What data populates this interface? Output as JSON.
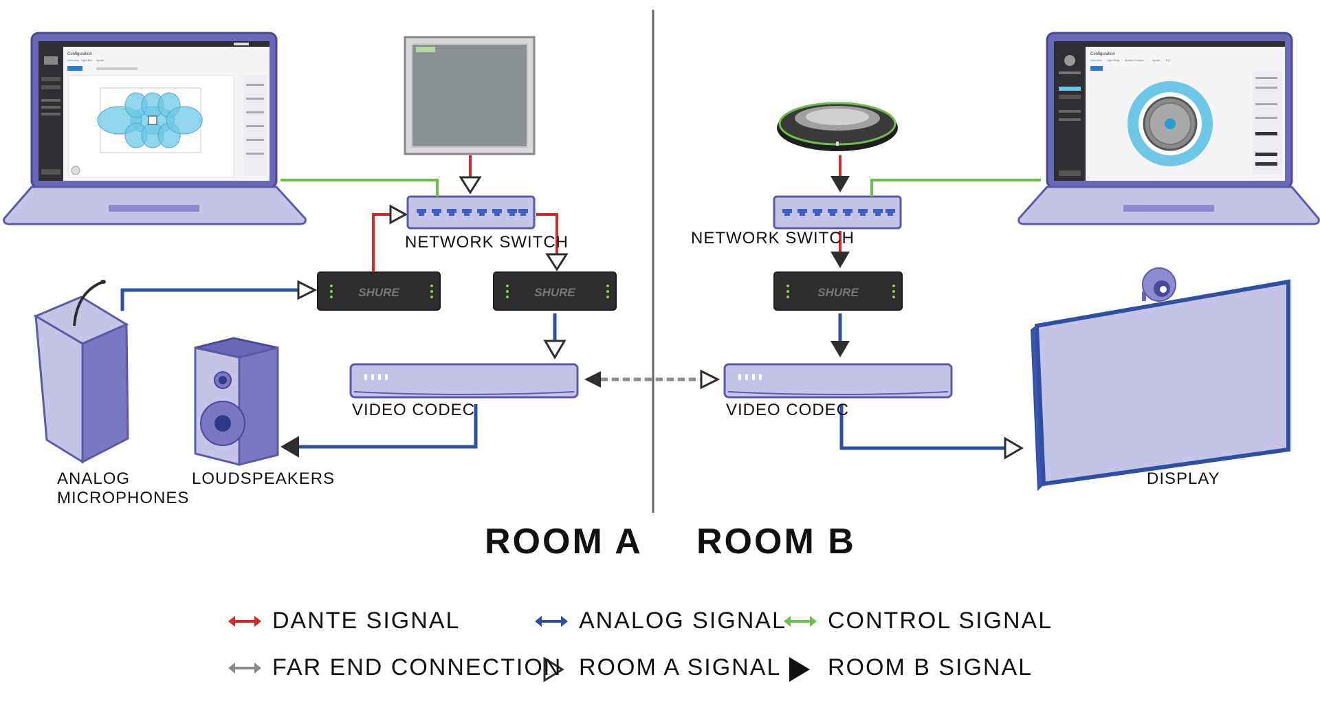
{
  "rooms": {
    "a": "ROOM A",
    "b": "ROOM B"
  },
  "labels": {
    "network_switch_a": "NETWORK SWITCH",
    "network_switch_b": "NETWORK SWITCH",
    "video_codec_a": "VIDEO CODEC",
    "video_codec_b": "VIDEO CODEC",
    "analog_mics_line1": "ANALOG",
    "analog_mics_line2": "MICROPHONES",
    "loudspeakers": "LOUDSPEAKERS",
    "display": "DISPLAY",
    "shure_brand": "SHURE"
  },
  "laptop_a": {
    "title": "Configuration",
    "tabs": [
      "Overview",
      "Light Bar",
      "Inputs"
    ]
  },
  "laptop_b": {
    "title": "Configuration",
    "tabs": [
      "Overview",
      "Light Ring",
      "Monitor Control",
      "Inputs",
      "EQ"
    ]
  },
  "legend": {
    "dante": "DANTE SIGNAL",
    "analog": "ANALOG SIGNAL",
    "control": "CONTROL SIGNAL",
    "far_end": "FAR END CONNECTION",
    "room_a": "ROOM A SIGNAL",
    "room_b": "ROOM B SIGNAL"
  },
  "colors": {
    "dante": "#d62a2a",
    "analog": "#2e4fa3",
    "control": "#6cbf47",
    "far_end": "#8a8a8a",
    "device_fill": "#c5c3e6",
    "device_stroke": "#5a5aa8",
    "box_dark": "#2e2e2e",
    "accent_cyan": "#6cc8e6"
  }
}
